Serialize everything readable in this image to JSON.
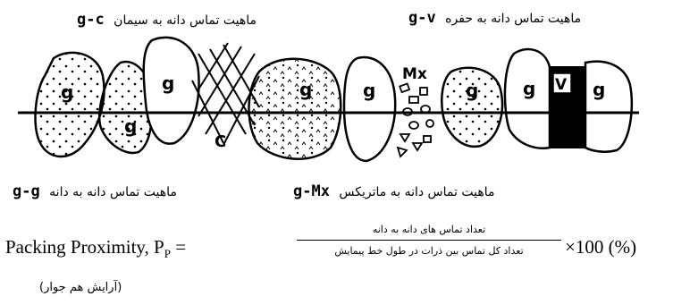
{
  "labels": {
    "g_v": {
      "text": "ماهیت تماس دانه به حفره",
      "code": "g-v"
    },
    "g_c": {
      "text": "ماهیت تماس دانه به سیمان",
      "code": "g-c"
    },
    "g_g": {
      "text": "ماهیت تماس دانه به دانه",
      "code": "g-g"
    },
    "g_mx": {
      "text": "ماهیت تماس دانه به ماتریکس",
      "code": "g-Mx"
    }
  },
  "grain_labels": {
    "g": "g",
    "v": "V",
    "mx": "Mx",
    "c": "C"
  },
  "formula": {
    "left": "Packing Proximity, P",
    "subscript": "P",
    "equals": " =",
    "numerator": "تعداد تماس های دانه به دانه",
    "denominator": "تعداد کل تماس بین ذرات در طول خط پیمایش",
    "right": "×100 (%)"
  },
  "caption": "(آرایش هم جوار)"
}
